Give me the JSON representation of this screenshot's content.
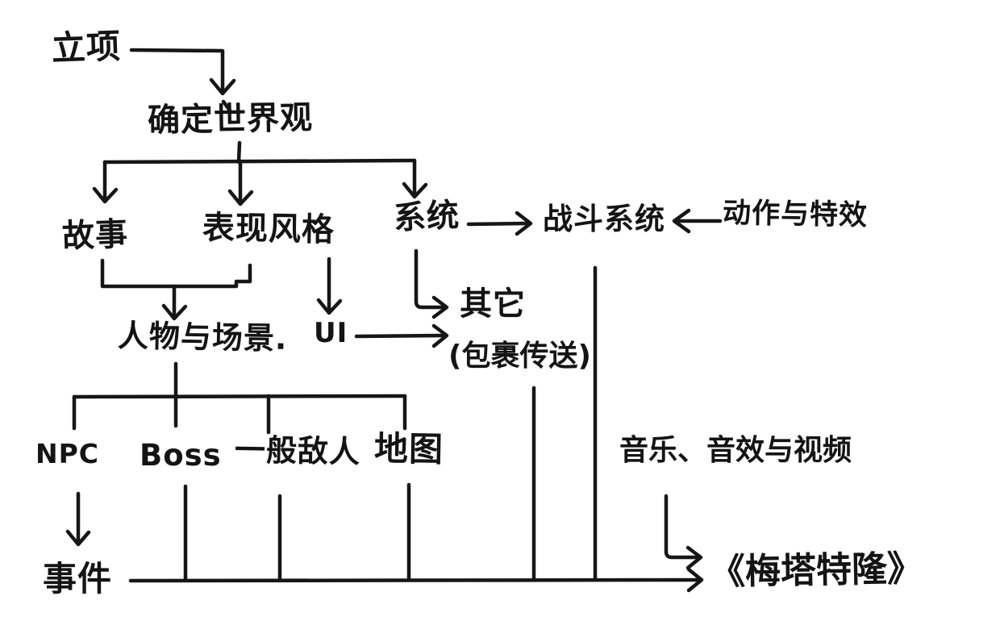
{
  "canvas": {
    "background_color": "#ffffff",
    "ink_color": "#161616",
    "style": "hand-drawn flowchart"
  },
  "nodes": [
    {
      "id": "kickoff",
      "label": "立项"
    },
    {
      "id": "worldview",
      "label": "确定世界观"
    },
    {
      "id": "story",
      "label": "故事"
    },
    {
      "id": "art-style",
      "label": "表现风格"
    },
    {
      "id": "systems",
      "label": "系统"
    },
    {
      "id": "combat-system",
      "label": "战斗系统"
    },
    {
      "id": "action-vfx",
      "label": "动作与特效"
    },
    {
      "id": "chars-scenes",
      "label": "人物与场景."
    },
    {
      "id": "ui",
      "label": "UI"
    },
    {
      "id": "others",
      "label": "其它"
    },
    {
      "id": "others-note",
      "label": "(包裹传送)"
    },
    {
      "id": "npc",
      "label": "NPC"
    },
    {
      "id": "boss",
      "label": "Boss"
    },
    {
      "id": "normal-enemies",
      "label": "一般敌人"
    },
    {
      "id": "map",
      "label": "地图"
    },
    {
      "id": "events",
      "label": "事件"
    },
    {
      "id": "audio-video",
      "label": "音乐、音效与视频"
    },
    {
      "id": "game-title",
      "label": "《梅塔特隆》"
    }
  ],
  "edges": [
    {
      "from": "立项",
      "to": "确定世界观"
    },
    {
      "from": "确定世界观",
      "to": "故事"
    },
    {
      "from": "确定世界观",
      "to": "表现风格"
    },
    {
      "from": "确定世界观",
      "to": "系统"
    },
    {
      "from": "系统",
      "to": "战斗系统"
    },
    {
      "from": "动作与特效",
      "to": "战斗系统"
    },
    {
      "from": "故事 + 表现风格",
      "to": "人物与场景"
    },
    {
      "from": "表现风格",
      "to": "UI"
    },
    {
      "from": "系统",
      "to": "其它(包裹传送)"
    },
    {
      "from": "UI",
      "to": "其它(包裹传送)"
    },
    {
      "from": "人物与场景",
      "to": "NPC"
    },
    {
      "from": "人物与场景",
      "to": "Boss"
    },
    {
      "from": "人物与场景",
      "to": "一般敌人"
    },
    {
      "from": "人物与场景",
      "to": "地图"
    },
    {
      "from": "NPC",
      "to": "事件"
    },
    {
      "from": "Boss",
      "to": "《梅塔特隆》"
    },
    {
      "from": "一般敌人",
      "to": "《梅塔特隆》"
    },
    {
      "from": "地图",
      "to": "《梅塔特隆》"
    },
    {
      "from": "其它(包裹传送)",
      "to": "《梅塔特隆》"
    },
    {
      "from": "战斗系统",
      "to": "《梅塔特隆》"
    },
    {
      "from": "音乐、音效与视频",
      "to": "《梅塔特隆》"
    }
  ]
}
